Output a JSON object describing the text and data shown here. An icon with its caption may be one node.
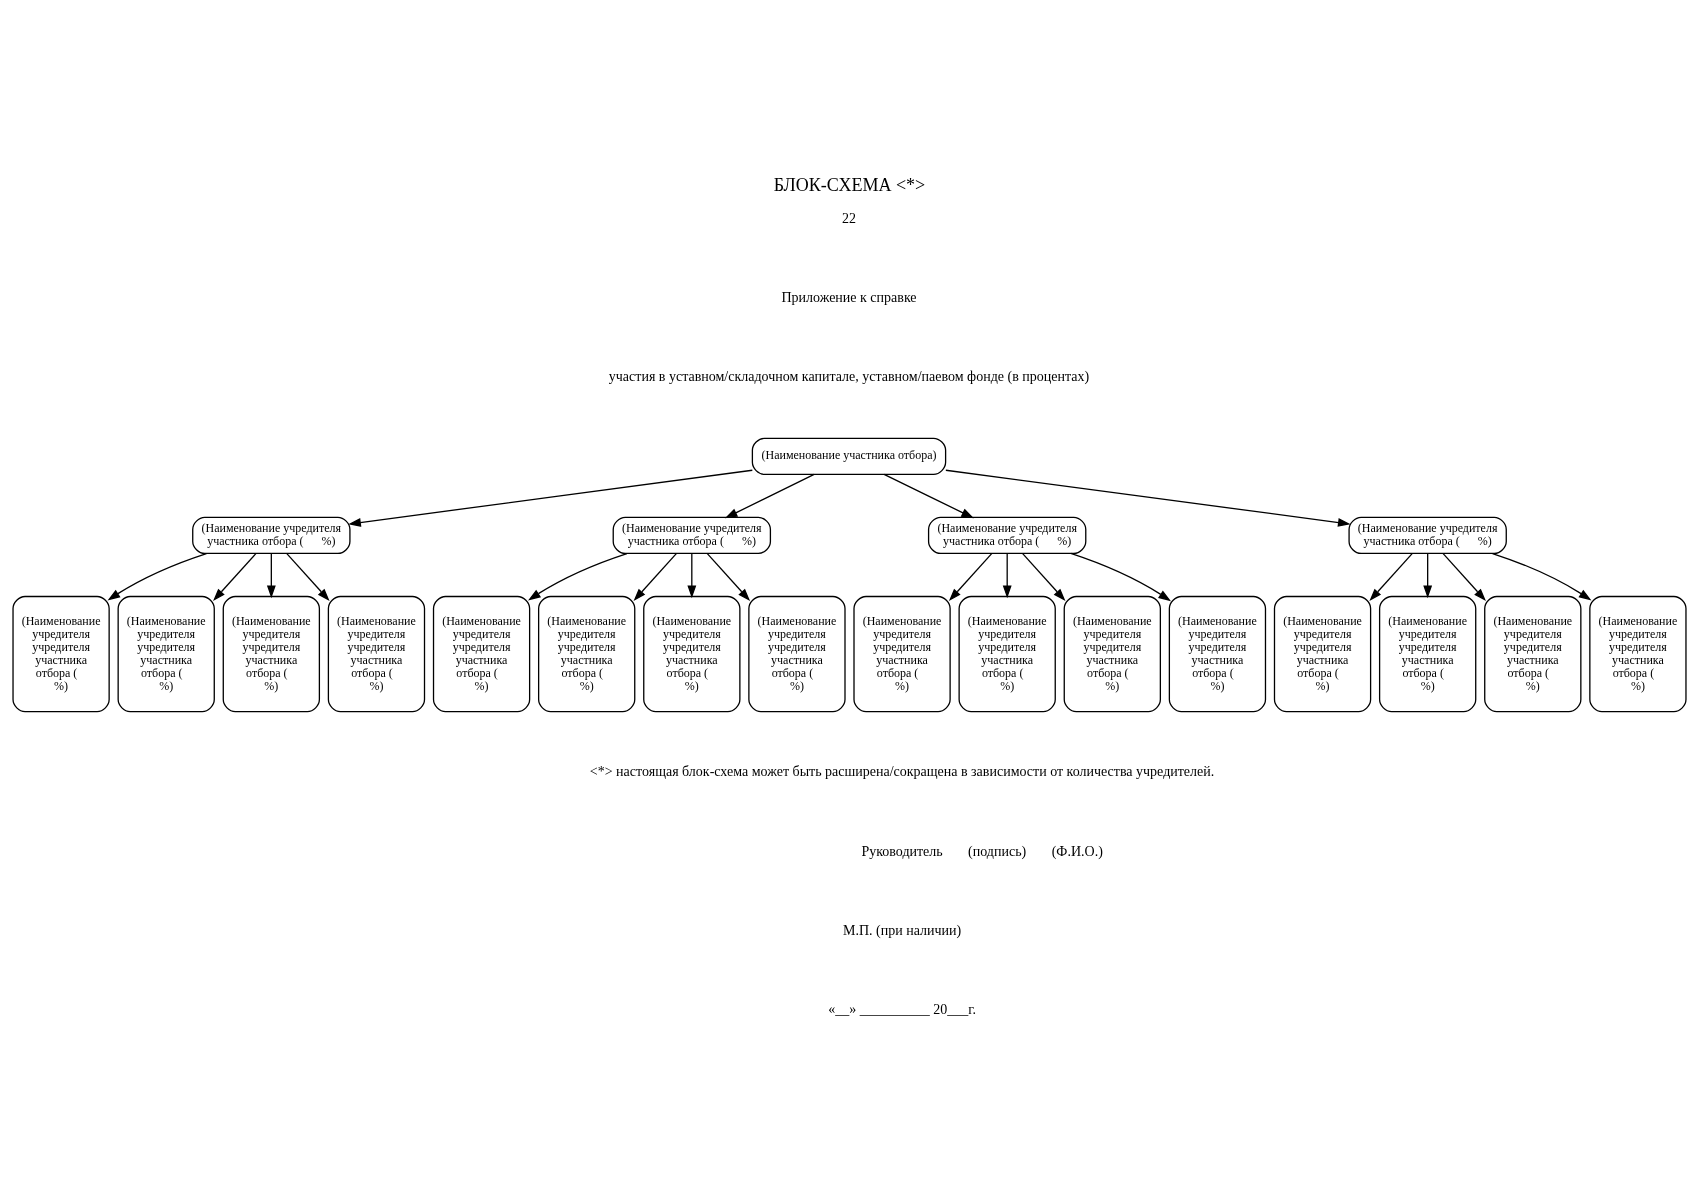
{
  "diagram": {
    "title": "БЛОК-СХЕМА <*>",
    "nodes": [
      {
        "text": [
          "(Наименование участника отбора)"
        ]
      },
      {
        "text": [
          "(Наименование учредителя участника отбора (      %)"
        ]
      },
      {
        "text": [
          "(Наименование учредителя участника отбора (      %)"
        ]
      },
      {
        "text": [
          "(Наименование учредителя участника отбора (      %)"
        ]
      },
      {
        "text": [
          "(Наименование учредителя участника отбора (      %)"
        ]
      },
      {
        "text": [
          "(Наименование учредителя учредителя участника отбора (    %)"
        ]
      },
      {
        "text": [
          "(Наименование учредителя учредителя участника отбора (    %)"
        ]
      },
      {
        "text": [
          "(Наименование учредителя учредителя участника отбора (    %)"
        ]
      },
      {
        "text": [
          "(Наименование учредителя учредителя участника отбора (    %)"
        ]
      },
      {
        "text": [
          "(Наименование учредителя учредителя участника отбора (    %)"
        ]
      },
      {
        "text": [
          "(Наименование учредителя учредителя участника отбора (    %)"
        ]
      },
      {
        "text": [
          "(Наименование учредителя учредителя участника отбора (    %)"
        ]
      },
      {
        "text": [
          "(Наименование учредителя учредителя участника отбора (    %)"
        ]
      },
      {
        "text": [
          "(Наименование учредителя учредителя участника отбора (    %)"
        ]
      },
      {
        "text": [
          "(Наименование учредителя учредителя участника отбора (    %)"
        ]
      },
      {
        "text": [
          "(Наименование учредителя учредителя участника отбора (    %)"
        ]
      },
      {
        "text": [
          "(Наименование учредителя учредителя участника отбора (    %)"
        ]
      },
      {
        "text": [
          "(Наименование учредителя учредителя участника отбора (    %)"
        ]
      },
      {
        "text": [
          "(Наименование учредителя учредителя участника отбора (    %)"
        ]
      },
      {
        "text": [
          "(Наименование учредителя учредителя участника отбора (    %)"
        ]
      },
      {
        "text": [
          "(Наименование учредителя учредителя участника отбора (    %)"
        ]
      }
    ],
    "edges": [
      {
        "from": 0,
        "to": 1,
        "arrow": "to"
      },
      {
        "from": 0,
        "to": 2,
        "arrow": "to"
      },
      {
        "from": 0,
        "to": 3,
        "arrow": "to"
      },
      {
        "from": 0,
        "to": 4,
        "arrow": "to"
      },
      {
        "from": 1,
        "to": 5,
        "arrow": "to"
      },
      {
        "from": 1,
        "to": 6,
        "arrow": "to"
      },
      {
        "from": 1,
        "to": 7,
        "arrow": "to"
      },
      {
        "from": 1,
        "to": 8,
        "arrow": "to"
      },
      {
        "from": 2,
        "to": 9,
        "arrow": "to"
      },
      {
        "from": 2,
        "to": 10,
        "arrow": "to"
      },
      {
        "from": 2,
        "to": 11,
        "arrow": "to"
      },
      {
        "from": 2,
        "to": 12,
        "arrow": "to"
      },
      {
        "from": 3,
        "to": 13,
        "arrow": "to"
      },
      {
        "from": 3,
        "to": 14,
        "arrow": "to"
      },
      {
        "from": 3,
        "to": 15,
        "arrow": "to"
      },
      {
        "from": 3,
        "to": 16,
        "arrow": "to"
      },
      {
        "from": 4,
        "to": 17,
        "arrow": "to"
      },
      {
        "from": 4,
        "to": 18,
        "arrow": "to"
      },
      {
        "from": 4,
        "to": 19,
        "arrow": "to"
      },
      {
        "from": 4,
        "to": 20,
        "arrow": "to"
      }
    ],
    "labels": [
      "22",
      "Приложение к справке",
      "участия в уставном/складочном капитале, уставном/паевом фонде (в процентах)",
      "<*> настоящая блок-схема может быть расширена/сокращена в зависимости от количества учредителей.",
      "Руководитель",
      "(подпись)",
      "(Ф.И.О.)",
      "М.П. (при наличии)",
      "«__» __________ 20___г."
    ]
  }
}
